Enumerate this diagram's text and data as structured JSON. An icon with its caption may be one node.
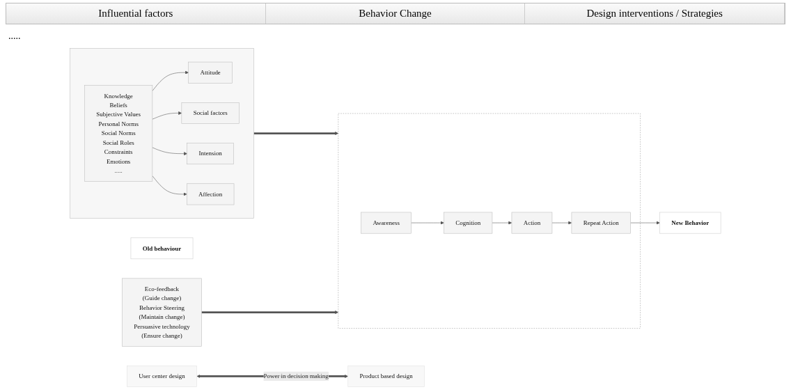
{
  "diagram": {
    "nodes": [
      {
        "text": [],
        "shape": "box"
      },
      {
        "text": [
          "Knowledge",
          "Beliefs",
          "Subjective Values",
          "Personal Norms",
          "Social Norms",
          "Social Roles",
          "Constraints",
          "Emotions",
          "....."
        ],
        "in": 0
      },
      {
        "text": [
          "Attitude"
        ],
        "in": 0
      },
      {
        "text": [
          "Social factors"
        ],
        "in": 0
      },
      {
        "text": [
          "Intension"
        ],
        "in": 0
      },
      {
        "text": [
          "Affection"
        ],
        "in": 0
      },
      {
        "text": [
          "Old behaviour"
        ]
      },
      {
        "text": [],
        "shape": "box"
      },
      {
        "text": [
          "Awareness"
        ],
        "in": 7
      },
      {
        "text": [
          "Cognition"
        ],
        "in": 7
      },
      {
        "text": [
          "Action"
        ],
        "in": 7
      },
      {
        "text": [
          "Repeat Action"
        ],
        "in": 7
      },
      {
        "text": [
          "New Behavior"
        ]
      },
      {
        "text": [
          "Eco-feedback",
          "(Guide change)",
          "Behavior Steering",
          "(Maintain change)",
          "Persuasive technology",
          "(Ensure change)"
        ]
      },
      {
        "text": [
          "User center design"
        ]
      },
      {
        "text": [
          "Product based design"
        ]
      }
    ],
    "edges": [
      {
        "from": 1,
        "to": 2,
        "arrow": "to"
      },
      {
        "from": 1,
        "to": 3,
        "arrow": "to"
      },
      {
        "from": 1,
        "to": 4,
        "arrow": "to"
      },
      {
        "from": 1,
        "to": 5,
        "arrow": "to"
      },
      {
        "from": 0,
        "to": 7,
        "arrow": "to",
        "style": "thick"
      },
      {
        "from": 13,
        "to": 7,
        "arrow": "to",
        "style": "thick"
      },
      {
        "from": 8,
        "to": 9,
        "arrow": "to"
      },
      {
        "from": 9,
        "to": 10,
        "arrow": "to"
      },
      {
        "from": 10,
        "to": 11,
        "arrow": "to"
      },
      {
        "from": 11,
        "to": 12,
        "arrow": "to"
      },
      {
        "from": 14,
        "to": 15,
        "arrow": "both",
        "label": "Power in decision making",
        "style": "thick"
      }
    ],
    "labels": [
      "Influential factors",
      "Behavior Change",
      "Design interventions / Strategies",
      "....."
    ]
  }
}
